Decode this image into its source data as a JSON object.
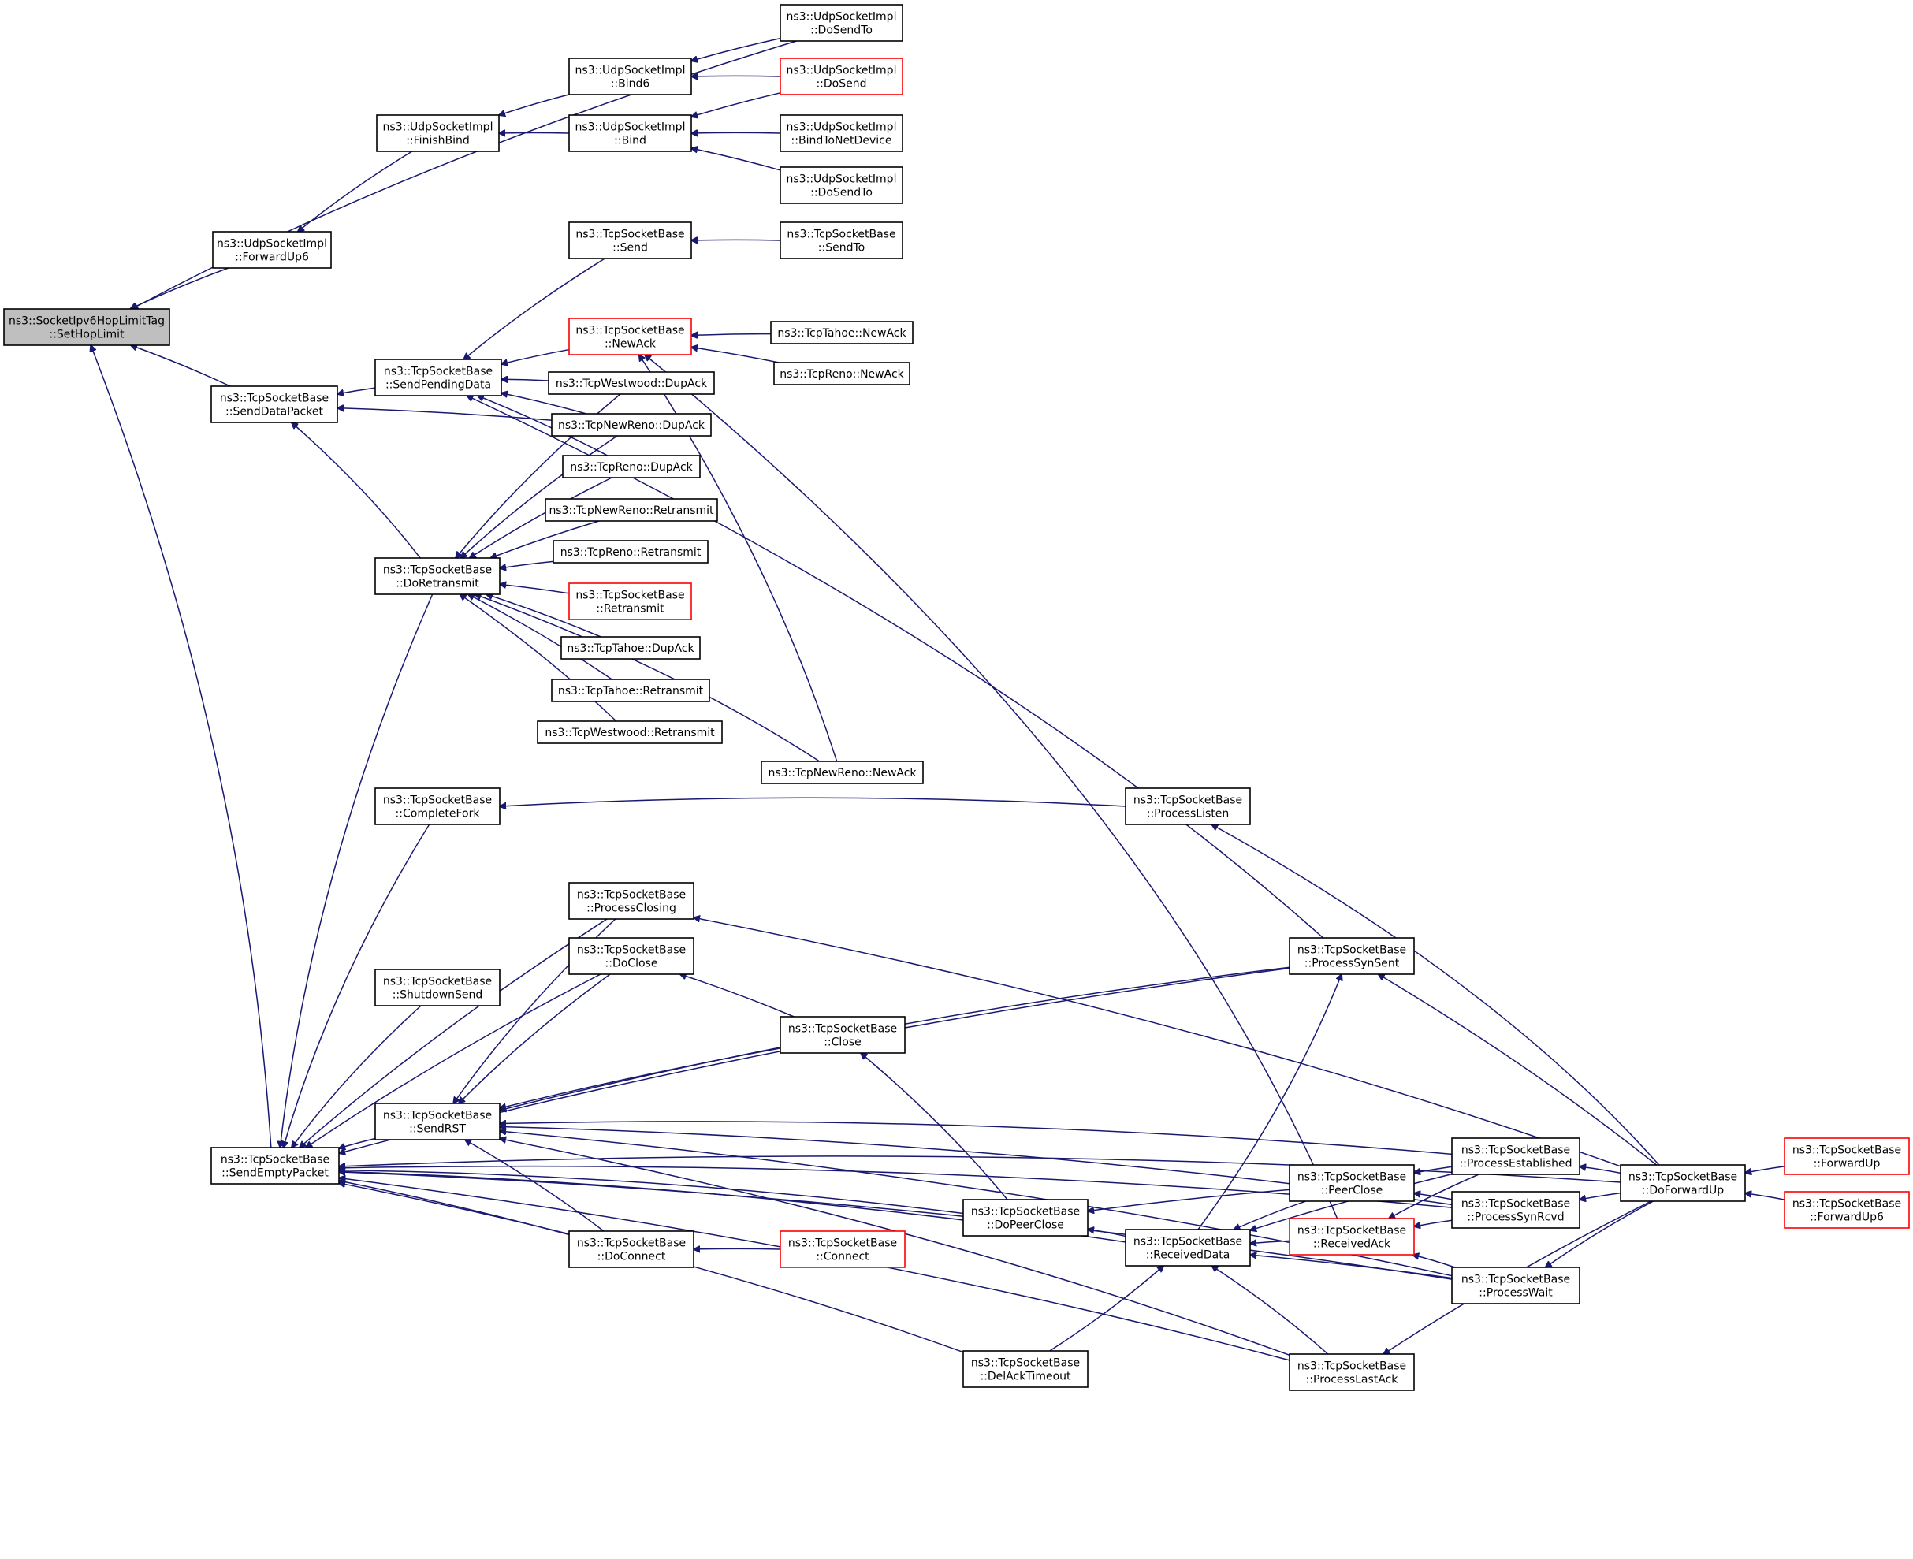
{
  "nodes": [
    {
      "id": "root",
      "lines": [
        "ns3::SocketIpv6HopLimitTag",
        "::SetHopLimit"
      ],
      "style": "root"
    },
    {
      "id": "forwardup6",
      "lines": [
        "ns3::UdpSocketImpl",
        "::ForwardUp6"
      ],
      "style": "normal"
    },
    {
      "id": "finishbind",
      "lines": [
        "ns3::UdpSocketImpl",
        "::FinishBind"
      ],
      "style": "normal"
    },
    {
      "id": "bind6",
      "lines": [
        "ns3::UdpSocketImpl",
        "::Bind6"
      ],
      "style": "normal"
    },
    {
      "id": "bind",
      "lines": [
        "ns3::UdpSocketImpl",
        "::Bind"
      ],
      "style": "normal"
    },
    {
      "id": "udp_dosendto1",
      "lines": [
        "ns3::UdpSocketImpl",
        "::DoSendTo"
      ],
      "style": "normal"
    },
    {
      "id": "udp_dosend",
      "lines": [
        "ns3::UdpSocketImpl",
        "::DoSend"
      ],
      "style": "red"
    },
    {
      "id": "bindtonetdevice",
      "lines": [
        "ns3::UdpSocketImpl",
        "::BindToNetDevice"
      ],
      "style": "normal"
    },
    {
      "id": "udp_dosendto2",
      "lines": [
        "ns3::UdpSocketImpl",
        "::DoSendTo"
      ],
      "style": "normal"
    },
    {
      "id": "tcp_send",
      "lines": [
        "ns3::TcpSocketBase",
        "::Send"
      ],
      "style": "normal"
    },
    {
      "id": "tcp_sendto",
      "lines": [
        "ns3::TcpSocketBase",
        "::SendTo"
      ],
      "style": "normal"
    },
    {
      "id": "senddatapacket",
      "lines": [
        "ns3::TcpSocketBase",
        "::SendDataPacket"
      ],
      "style": "normal"
    },
    {
      "id": "sendpendingdata",
      "lines": [
        "ns3::TcpSocketBase",
        "::SendPendingData"
      ],
      "style": "normal"
    },
    {
      "id": "tcp_newack",
      "lines": [
        "ns3::TcpSocketBase",
        "::NewAck"
      ],
      "style": "red"
    },
    {
      "id": "tahoe_newack",
      "lines": [
        "ns3::TcpTahoe::NewAck"
      ],
      "style": "normal"
    },
    {
      "id": "reno_newack",
      "lines": [
        "ns3::TcpReno::NewAck"
      ],
      "style": "normal"
    },
    {
      "id": "westwood_dupack",
      "lines": [
        "ns3::TcpWestwood::DupAck"
      ],
      "style": "normal"
    },
    {
      "id": "newreno_dupack",
      "lines": [
        "ns3::TcpNewReno::DupAck"
      ],
      "style": "normal"
    },
    {
      "id": "reno_dupack",
      "lines": [
        "ns3::TcpReno::DupAck"
      ],
      "style": "normal"
    },
    {
      "id": "newreno_retransmit",
      "lines": [
        "ns3::TcpNewReno::Retransmit"
      ],
      "style": "normal"
    },
    {
      "id": "reno_retransmit",
      "lines": [
        "ns3::TcpReno::Retransmit"
      ],
      "style": "normal"
    },
    {
      "id": "doretransmit",
      "lines": [
        "ns3::TcpSocketBase",
        "::DoRetransmit"
      ],
      "style": "normal"
    },
    {
      "id": "tcp_retransmit",
      "lines": [
        "ns3::TcpSocketBase",
        "::Retransmit"
      ],
      "style": "red"
    },
    {
      "id": "tahoe_dupack",
      "lines": [
        "ns3::TcpTahoe::DupAck"
      ],
      "style": "normal"
    },
    {
      "id": "tahoe_retransmit",
      "lines": [
        "ns3::TcpTahoe::Retransmit"
      ],
      "style": "normal"
    },
    {
      "id": "westwood_retransmit",
      "lines": [
        "ns3::TcpWestwood::Retransmit"
      ],
      "style": "normal"
    },
    {
      "id": "newreno_newack",
      "lines": [
        "ns3::TcpNewReno::NewAck"
      ],
      "style": "normal"
    },
    {
      "id": "completefork",
      "lines": [
        "ns3::TcpSocketBase",
        "::CompleteFork"
      ],
      "style": "normal"
    },
    {
      "id": "processlisten",
      "lines": [
        "ns3::TcpSocketBase",
        "::ProcessListen"
      ],
      "style": "normal"
    },
    {
      "id": "processclosing",
      "lines": [
        "ns3::TcpSocketBase",
        "::ProcessClosing"
      ],
      "style": "normal"
    },
    {
      "id": "doclose",
      "lines": [
        "ns3::TcpSocketBase",
        "::DoClose"
      ],
      "style": "normal"
    },
    {
      "id": "shutdownsend",
      "lines": [
        "ns3::TcpSocketBase",
        "::ShutdownSend"
      ],
      "style": "normal"
    },
    {
      "id": "processsynsent",
      "lines": [
        "ns3::TcpSocketBase",
        "::ProcessSynSent"
      ],
      "style": "normal"
    },
    {
      "id": "close",
      "lines": [
        "ns3::TcpSocketBase",
        "::Close"
      ],
      "style": "normal"
    },
    {
      "id": "sendrst",
      "lines": [
        "ns3::TcpSocketBase",
        "::SendRST"
      ],
      "style": "normal"
    },
    {
      "id": "sendemptypacket",
      "lines": [
        "ns3::TcpSocketBase",
        "::SendEmptyPacket"
      ],
      "style": "normal"
    },
    {
      "id": "processestablished",
      "lines": [
        "ns3::TcpSocketBase",
        "::ProcessEstablished"
      ],
      "style": "normal"
    },
    {
      "id": "peerclose",
      "lines": [
        "ns3::TcpSocketBase",
        "::PeerClose"
      ],
      "style": "normal"
    },
    {
      "id": "doforwardup",
      "lines": [
        "ns3::TcpSocketBase",
        "::DoForwardUp"
      ],
      "style": "normal"
    },
    {
      "id": "forwardup",
      "lines": [
        "ns3::TcpSocketBase",
        "::ForwardUp"
      ],
      "style": "red"
    },
    {
      "id": "tcp_forwardup6",
      "lines": [
        "ns3::TcpSocketBase",
        "::ForwardUp6"
      ],
      "style": "red"
    },
    {
      "id": "dopeerclose",
      "lines": [
        "ns3::TcpSocketBase",
        "::DoPeerClose"
      ],
      "style": "normal"
    },
    {
      "id": "receiveddata",
      "lines": [
        "ns3::TcpSocketBase",
        "::ReceivedData"
      ],
      "style": "normal"
    },
    {
      "id": "receivedack",
      "lines": [
        "ns3::TcpSocketBase",
        "::ReceivedAck"
      ],
      "style": "red"
    },
    {
      "id": "processsynrcvd",
      "lines": [
        "ns3::TcpSocketBase",
        "::ProcessSynRcvd"
      ],
      "style": "normal"
    },
    {
      "id": "processwait",
      "lines": [
        "ns3::TcpSocketBase",
        "::ProcessWait"
      ],
      "style": "normal"
    },
    {
      "id": "doconnect",
      "lines": [
        "ns3::TcpSocketBase",
        "::DoConnect"
      ],
      "style": "normal"
    },
    {
      "id": "connect",
      "lines": [
        "ns3::TcpSocketBase",
        "::Connect"
      ],
      "style": "red"
    },
    {
      "id": "delacktimeout",
      "lines": [
        "ns3::TcpSocketBase",
        "::DelAckTimeout"
      ],
      "style": "normal"
    },
    {
      "id": "processlastack",
      "lines": [
        "ns3::TcpSocketBase",
        "::ProcessLastAck"
      ],
      "style": "normal"
    }
  ],
  "edges": [
    [
      "forwardup6",
      "root"
    ],
    [
      "udp_dosendto1",
      "root"
    ],
    [
      "senddatapacket",
      "root"
    ],
    [
      "sendemptypacket",
      "root"
    ],
    [
      "finishbind",
      "forwardup6"
    ],
    [
      "bind6",
      "finishbind"
    ],
    [
      "bind",
      "finishbind"
    ],
    [
      "udp_dosendto1",
      "bind6"
    ],
    [
      "udp_dosend",
      "bind6"
    ],
    [
      "udp_dosend",
      "bind"
    ],
    [
      "bindtonetdevice",
      "bind"
    ],
    [
      "udp_dosendto2",
      "bind"
    ],
    [
      "tcp_sendto",
      "tcp_send"
    ],
    [
      "sendpendingdata",
      "senddatapacket"
    ],
    [
      "newreno_dupack",
      "senddatapacket"
    ],
    [
      "doretransmit",
      "senddatapacket"
    ],
    [
      "tcp_send",
      "sendpendingdata"
    ],
    [
      "tcp_newack",
      "sendpendingdata"
    ],
    [
      "westwood_dupack",
      "sendpendingdata"
    ],
    [
      "newreno_dupack",
      "sendpendingdata"
    ],
    [
      "reno_dupack",
      "sendpendingdata"
    ],
    [
      "processsynsent",
      "sendpendingdata"
    ],
    [
      "tahoe_newack",
      "tcp_newack"
    ],
    [
      "reno_newack",
      "tcp_newack"
    ],
    [
      "newreno_newack",
      "tcp_newack"
    ],
    [
      "receivedack",
      "tcp_newack"
    ],
    [
      "westwood_dupack",
      "doretransmit"
    ],
    [
      "newreno_dupack",
      "doretransmit"
    ],
    [
      "reno_dupack",
      "doretransmit"
    ],
    [
      "newreno_retransmit",
      "doretransmit"
    ],
    [
      "reno_retransmit",
      "doretransmit"
    ],
    [
      "tcp_retransmit",
      "doretransmit"
    ],
    [
      "tahoe_dupack",
      "doretransmit"
    ],
    [
      "tahoe_retransmit",
      "doretransmit"
    ],
    [
      "westwood_retransmit",
      "doretransmit"
    ],
    [
      "newreno_newack",
      "doretransmit"
    ],
    [
      "processlisten",
      "completefork"
    ],
    [
      "doforwardup",
      "processlisten"
    ],
    [
      "doforwardup",
      "processclosing"
    ],
    [
      "close",
      "doclose"
    ],
    [
      "doforwardup",
      "processsynsent"
    ],
    [
      "receiveddata",
      "processsynsent"
    ],
    [
      "dopeerclose",
      "close"
    ],
    [
      "processclosing",
      "sendrst"
    ],
    [
      "doclose",
      "sendrst"
    ],
    [
      "processsynsent",
      "sendrst"
    ],
    [
      "close",
      "sendrst"
    ],
    [
      "processestablished",
      "sendrst"
    ],
    [
      "processsynrcvd",
      "sendrst"
    ],
    [
      "processwait",
      "sendrst"
    ],
    [
      "doconnect",
      "sendrst"
    ],
    [
      "processlastack",
      "sendrst"
    ],
    [
      "doretransmit",
      "sendemptypacket"
    ],
    [
      "completefork",
      "sendemptypacket"
    ],
    [
      "processclosing",
      "sendemptypacket"
    ],
    [
      "doclose",
      "sendemptypacket"
    ],
    [
      "shutdownsend",
      "sendemptypacket"
    ],
    [
      "processsynsent",
      "sendemptypacket"
    ],
    [
      "sendrst",
      "sendemptypacket"
    ],
    [
      "doconnect",
      "sendemptypacket"
    ],
    [
      "dopeerclose",
      "sendemptypacket"
    ],
    [
      "receiveddata",
      "sendemptypacket"
    ],
    [
      "delacktimeout",
      "sendemptypacket"
    ],
    [
      "processlastack",
      "sendemptypacket"
    ],
    [
      "processsynrcvd",
      "sendemptypacket"
    ],
    [
      "processwait",
      "sendemptypacket"
    ],
    [
      "doforwardup",
      "sendemptypacket"
    ],
    [
      "doforwardup",
      "processestablished"
    ],
    [
      "processestablished",
      "peerclose"
    ],
    [
      "processsynrcvd",
      "peerclose"
    ],
    [
      "forwardup",
      "doforwardup"
    ],
    [
      "tcp_forwardup6",
      "doforwardup"
    ],
    [
      "peerclose",
      "dopeerclose"
    ],
    [
      "receiveddata",
      "dopeerclose"
    ],
    [
      "peerclose",
      "receiveddata"
    ],
    [
      "receivedack",
      "receiveddata"
    ],
    [
      "processestablished",
      "receiveddata"
    ],
    [
      "processwait",
      "receiveddata"
    ],
    [
      "processlastack",
      "receiveddata"
    ],
    [
      "delacktimeout",
      "receiveddata"
    ],
    [
      "processestablished",
      "receivedack"
    ],
    [
      "processsynrcvd",
      "receivedack"
    ],
    [
      "processwait",
      "receivedack"
    ],
    [
      "doforwardup",
      "processsynrcvd"
    ],
    [
      "doforwardup",
      "processwait"
    ],
    [
      "connect",
      "doconnect"
    ],
    [
      "doforwardup",
      "processlastack"
    ]
  ]
}
